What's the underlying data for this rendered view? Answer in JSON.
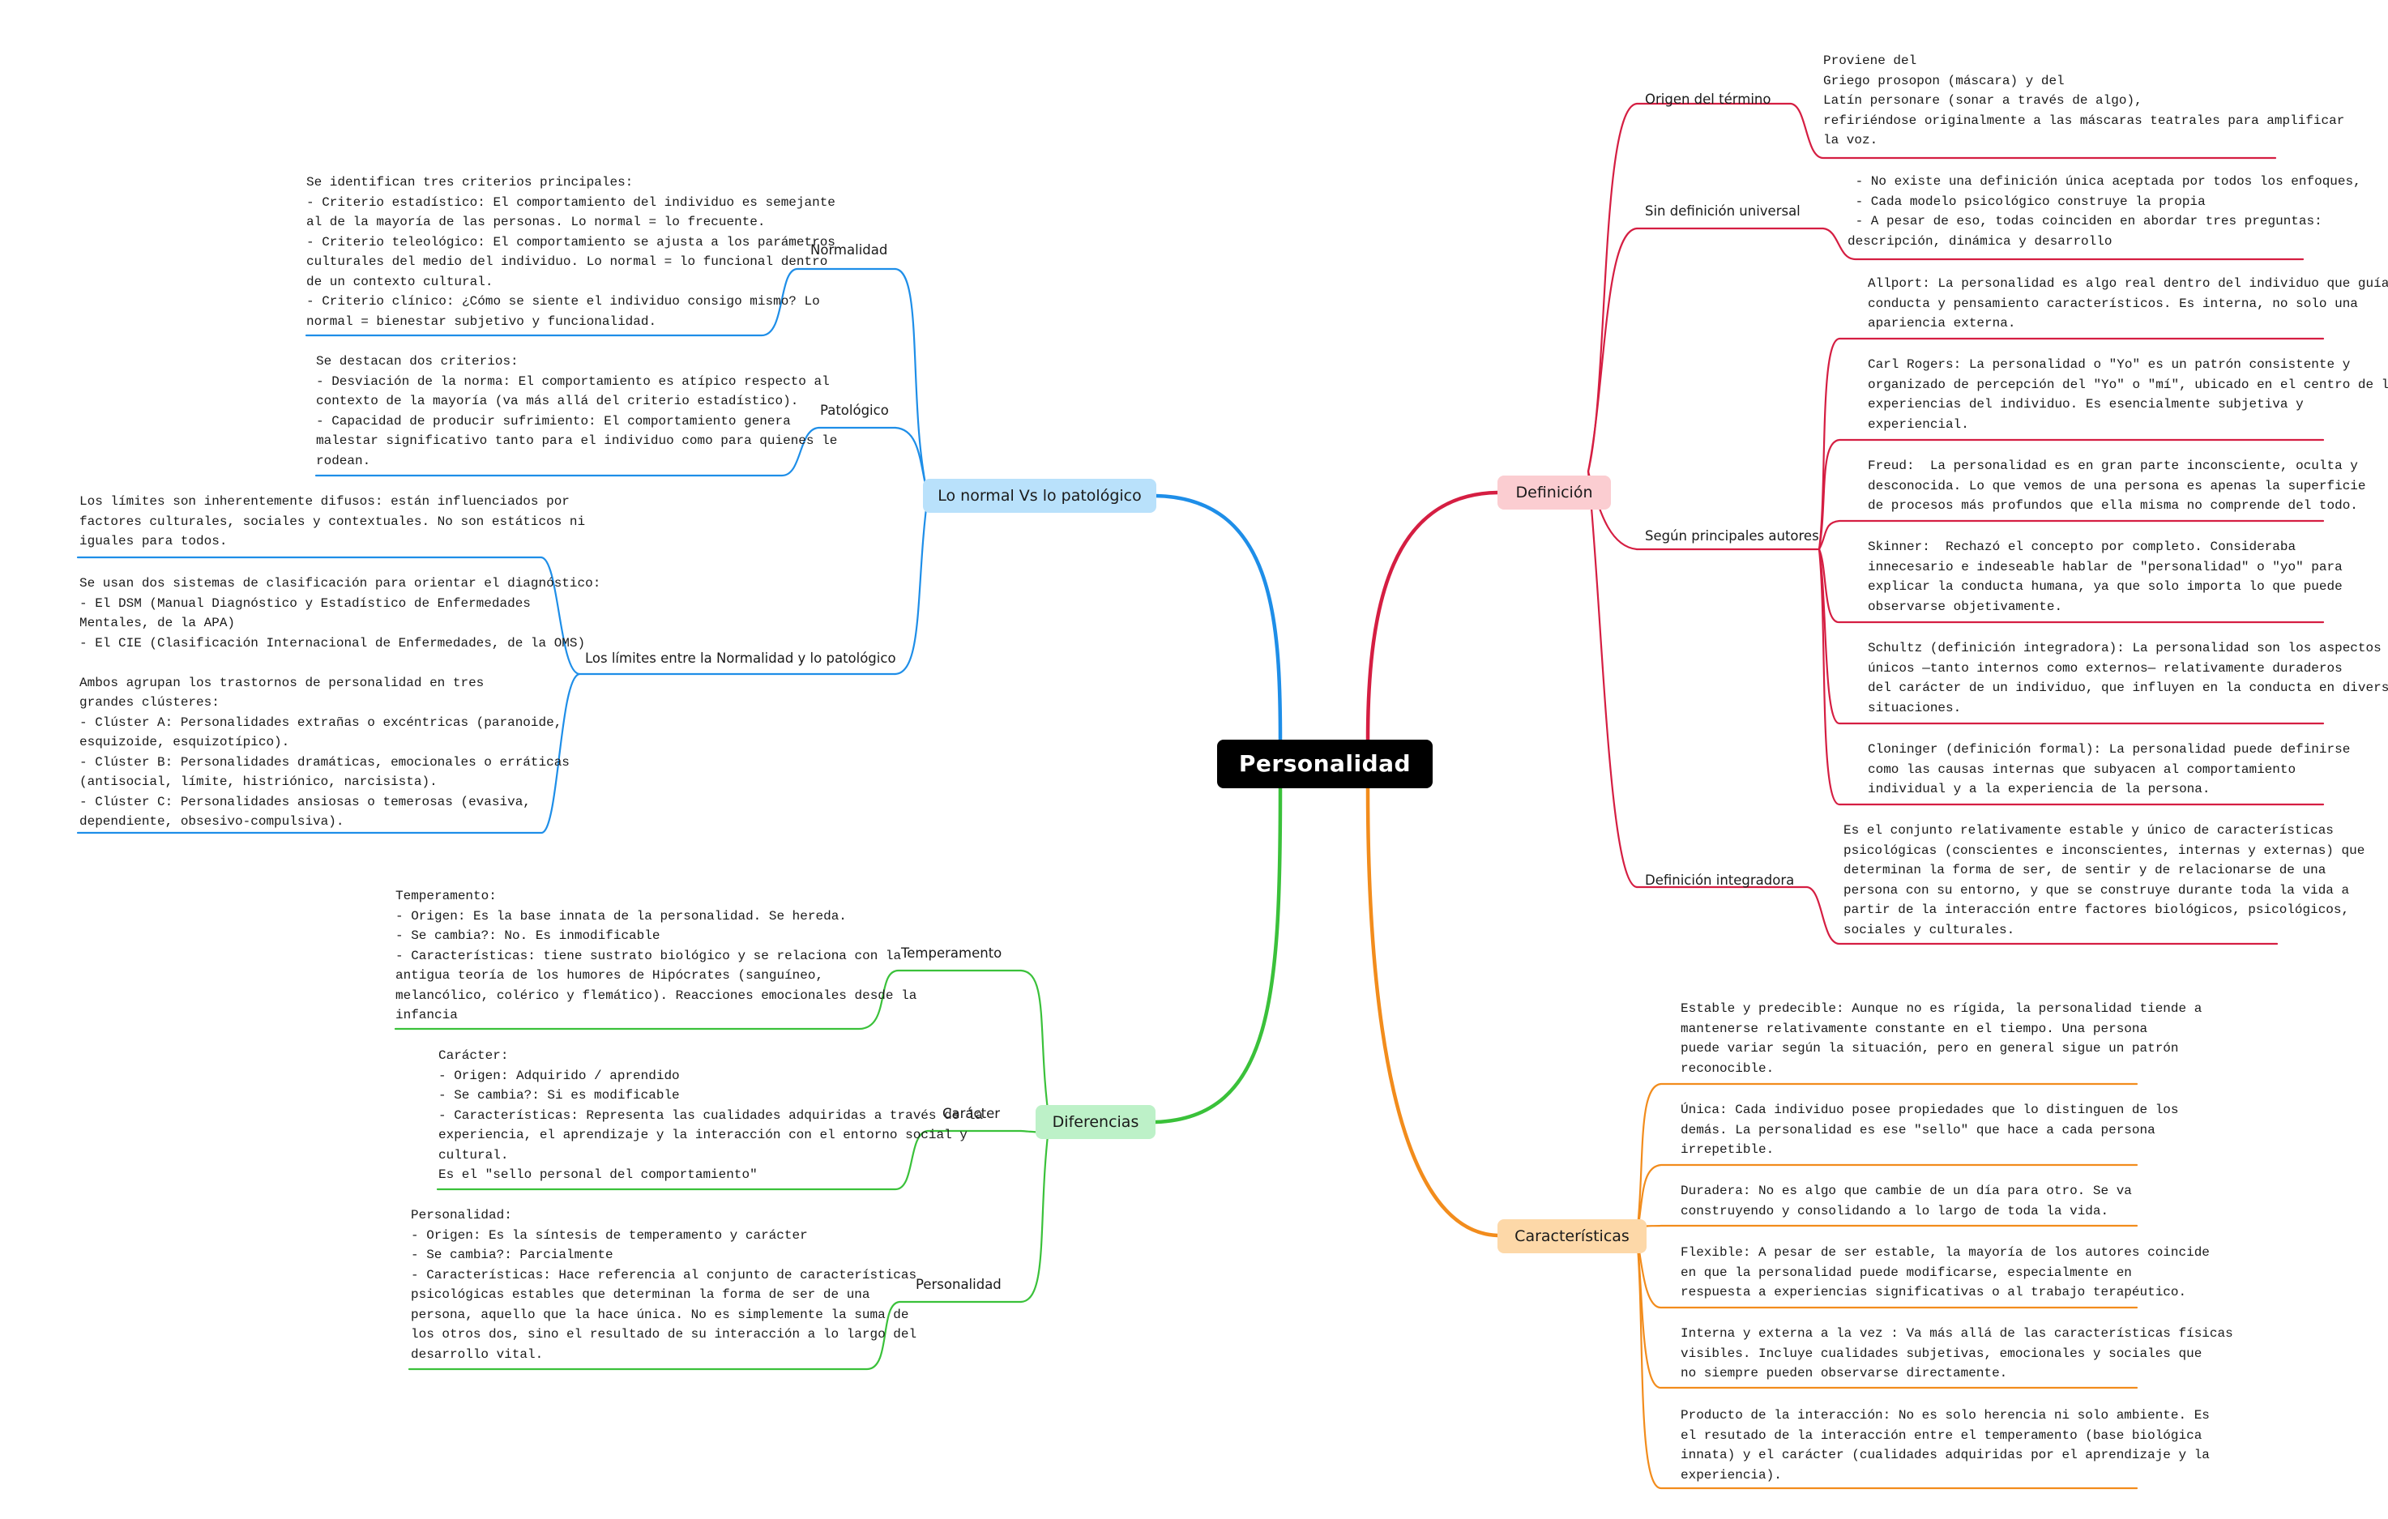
{
  "colors": {
    "definicion": "#d51e42",
    "caracteristicas": "#f28c1c",
    "normal": "#1e8ee8",
    "diferencias": "#3ac13a"
  },
  "root": "Personalidad",
  "definicion": {
    "label": "Definición",
    "origen": {
      "label": "Origen del término",
      "text": "Proviene del\nGriego prosopon (máscara) y del\nLatín personare (sonar a través de algo),\nrefiriéndose originalmente a las máscaras teatrales para amplificar\nla voz."
    },
    "sin_def": {
      "label": "Sin definición universal",
      "text": " - No existe una definición única aceptada por todos los enfoques,\n - Cada modelo psicológico construye la propia\n - A pesar de eso, todas coinciden en abordar tres preguntas:\ndescripción, dinámica y desarrollo"
    },
    "autores": {
      "label": "Según principales autores",
      "allport": "Allport: La personalidad es algo real dentro del individuo que guía su\nconducta y pensamiento característicos. Es interna, no solo una\napariencia externa.",
      "rogers": "Carl Rogers: La personalidad o \"Yo\" es un patrón consistente y\norganizado de percepción del \"Yo\" o \"mí\", ubicado en el centro de las\nexperiencias del individuo. Es esencialmente subjetiva y\nexperiencial.",
      "freud": "Freud:  La personalidad es en gran parte inconsciente, oculta y\ndesconocida. Lo que vemos de una persona es apenas la superficie\nde procesos más profundos que ella misma no comprende del todo.",
      "skinner": "Skinner:  Rechazó el concepto por completo. Consideraba\ninnecesario e indeseable hablar de \"personalidad\" o \"yo\" para\nexplicar la conducta humana, ya que solo importa lo que puede\nobservarse objetivamente.",
      "schultz": "Schultz (definición integradora): La personalidad son los aspectos\núnicos —tanto internos como externos— relativamente duraderos\ndel carácter de un individuo, que influyen en la conducta en diversas\nsituaciones.",
      "cloninger": "Cloninger (definición formal): La personalidad puede definirse\ncomo las causas internas que subyacen al comportamiento\nindividual y a la experiencia de la persona."
    },
    "integradora": {
      "label": "Definición integradora",
      "text": "Es el conjunto relativamente estable y único de características\npsicológicas (conscientes e inconscientes, internas y externas) que\ndeterminan la forma de ser, de sentir y de relacionarse de una\npersona con su entorno, y que se construye durante toda la vida a\npartir de la interacción entre factores biológicos, psicológicos,\nsociales y culturales."
    }
  },
  "caracteristicas": {
    "label": "Características",
    "estable": "Estable y predecible: Aunque no es rígida, la personalidad tiende a\nmantenerse relativamente constante en el tiempo. Una persona\npuede variar según la situación, pero en general sigue un patrón\nreconocible.",
    "unica": "Única: Cada individuo posee propiedades que lo distinguen de los\ndemás. La personalidad es ese \"sello\" que hace a cada persona\nirrepetible.",
    "duradera": "Duradera: No es algo que cambie de un día para otro. Se va\nconstruyendo y consolidando a lo largo de toda la vida.",
    "flexible": "Flexible: A pesar de ser estable, la mayoría de los autores coincide\nen que la personalidad puede modificarse, especialmente en\nrespuesta a experiencias significativas o al trabajo terapéutico.",
    "interna": "Interna y externa a la vez : Va más allá de las características físicas\nvisibles. Incluye cualidades subjetivas, emocionales y sociales que\nno siempre pueden observarse directamente.",
    "producto": "Producto de la interacción: No es solo herencia ni solo ambiente. Es\nel resutado de la interacción entre el temperamento (base biológica\ninnata) y el carácter (cualidades adquiridas por el aprendizaje y la\nexperiencia)."
  },
  "normal": {
    "label": "Lo normal Vs lo patológico",
    "normalidad": {
      "label": "Normalidad",
      "text": "Se identifican tres criterios principales:\n- Criterio estadístico: El comportamiento del individuo es semejante\nal de la mayoría de las personas. Lo normal = lo frecuente.\n- Criterio teleológico: El comportamiento se ajusta a los parámetros\nculturales del medio del individuo. Lo normal = lo funcional dentro\nde un contexto cultural.\n- Criterio clínico: ¿Cómo se siente el individuo consigo mismo? Lo\nnormal = bienestar subjetivo y funcionalidad."
    },
    "patologico": {
      "label": "Patológico",
      "text": "Se destacan dos criterios:\n- Desviación de la norma: El comportamiento es atípico respecto al\ncontexto de la mayoría (va más allá del criterio estadístico).\n- Capacidad de producir sufrimiento: El comportamiento genera\nmalestar significativo tanto para el individuo como para quienes le\nrodean."
    },
    "limites": {
      "label": "Los límites entre la Normalidad y lo patológico",
      "difusos": "Los límites son inherentemente difusos: están influenciados por\nfactores culturales, sociales y contextuales. No son estáticos ni\niguales para todos.",
      "sistemas": "Se usan dos sistemas de clasificación para orientar el diagnóstico:\n- El DSM (Manual Diagnóstico y Estadístico de Enfermedades\nMentales, de la APA)\n- El CIE (Clasificación Internacional de Enfermedades, de la OMS)\n\nAmbos agrupan los trastornos de personalidad en tres\ngrandes clústeres:\n- Clúster A: Personalidades extrañas o excéntricas (paranoide,\nesquizoide, esquizotípico).\n- Clúster B: Personalidades dramáticas, emocionales o erráticas\n(antisocial, límite, histriónico, narcisista).\n- Clúster C: Personalidades ansiosas o temerosas (evasiva,\ndependiente, obsesivo-compulsiva)."
    }
  },
  "diferencias": {
    "label": "Diferencias",
    "temperamento": {
      "label": "Temperamento",
      "text": "Temperamento:\n- Origen: Es la base innata de la personalidad. Se hereda.\n- Se cambia?: No. Es inmodificable\n- Características: tiene sustrato biológico y se relaciona con la\nantigua teoría de los humores de Hipócrates (sanguíneo,\nmelancólico, colérico y flemático). Reacciones emocionales desde la\ninfancia"
    },
    "caracter": {
      "label": "Carácter",
      "text": "Carácter:\n- Origen: Adquirido / aprendido\n- Se cambia?: Si es modificable\n- Características: Representa las cualidades adquiridas a través de la\nexperiencia, el aprendizaje y la interacción con el entorno social y\ncultural.\nEs el \"sello personal del comportamiento\""
    },
    "personalidad": {
      "label": "Personalidad",
      "text": "Personalidad:\n- Origen: Es la síntesis de temperamento y carácter\n- Se cambia?: Parcialmente\n- Características: Hace referencia al conjunto de características\npsicológicas estables que determinan la forma de ser de una\npersona, aquello que la hace única. No es simplemente la suma de\nlos otros dos, sino el resultado de su interacción a lo largo del\ndesarrollo vital."
    }
  }
}
